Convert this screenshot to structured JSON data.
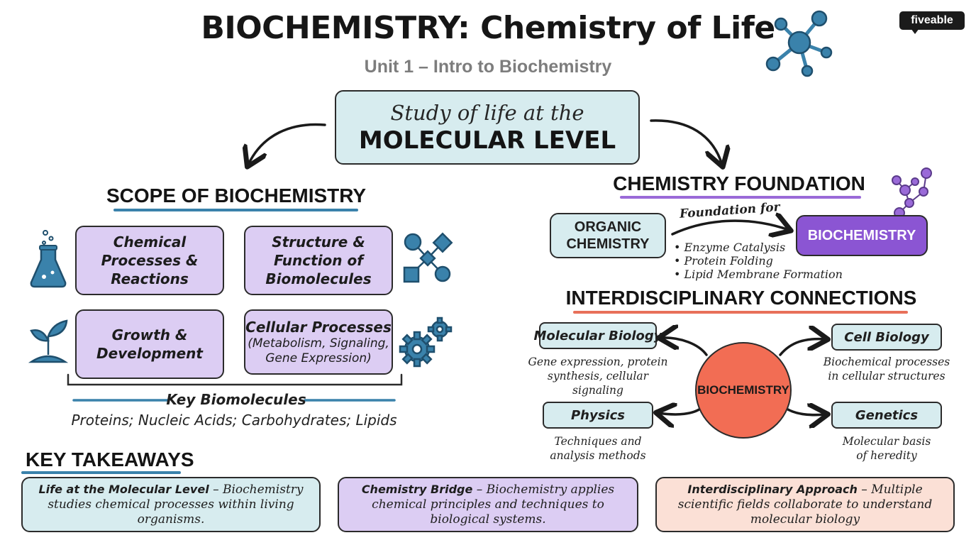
{
  "header": {
    "title": "BIOCHEMISTRY: Chemistry of Life",
    "subtitle": "Unit 1 – Intro to Biochemistry",
    "brand": "fiveable"
  },
  "central": {
    "line1": "Study of life at the",
    "line2": "MOLECULAR LEVEL"
  },
  "scope": {
    "heading": "SCOPE OF BIOCHEMISTRY",
    "boxes": [
      {
        "label": "Chemical Processes & Reactions",
        "icon": "flask-icon"
      },
      {
        "label": "Structure & Function of Biomolecules",
        "icon": "network-icon"
      },
      {
        "label": "Growth & Development",
        "icon": "seedling-icon"
      },
      {
        "label": "Cellular Processes",
        "sub": "(Metabolism, Signaling, Gene Expression)",
        "icon": "gears-icon"
      }
    ],
    "key_biomolecules_label": "Key Biomolecules",
    "key_biomolecules": "Proteins; Nucleic Acids; Carbohydrates; Lipids"
  },
  "chemistry_foundation": {
    "heading": "CHEMISTRY FOUNDATION",
    "source": "ORGANIC CHEMISTRY",
    "arrow_label": "Foundation for",
    "target": "BIOCHEMISTRY",
    "items": [
      "Enzyme Catalysis",
      "Protein Folding",
      "Lipid Membrane Formation"
    ]
  },
  "interdisciplinary": {
    "heading": "INTERDISCIPLINARY CONNECTIONS",
    "center": "BIOCHEMISTRY",
    "fields": [
      {
        "name": "Molecular Biology",
        "desc": "Gene expression, protein synthesis, cellular signaling"
      },
      {
        "name": "Cell Biology",
        "desc": "Biochemical processes in cellular structures"
      },
      {
        "name": "Physics",
        "desc": "Techniques and analysis methods"
      },
      {
        "name": "Genetics",
        "desc": "Molecular basis of heredity"
      }
    ]
  },
  "takeaways": {
    "heading": "KEY TAKEAWAYS",
    "items": [
      {
        "title": "Life at the Molecular Level",
        "text": "Biochemistry studies chemical processes within living organisms."
      },
      {
        "title": "Chemistry Bridge",
        "text": "Biochemistry applies chemical principles and techniques to biological systems."
      },
      {
        "title": "Interdisciplinary Approach",
        "text": "Multiple scientific fields collaborate to understand molecular biology"
      }
    ]
  },
  "colors": {
    "teal_fill": "#d7ecef",
    "lavender_fill": "#dccdf3",
    "purple_fill": "#8b55d3",
    "peach_fill": "#fbe0d6",
    "coral_circle": "#f26d54",
    "icon_blue": "#3a82ab",
    "underline_blue": "#3a82ab",
    "underline_purple": "#9a6ad8",
    "underline_coral": "#e8705a"
  }
}
